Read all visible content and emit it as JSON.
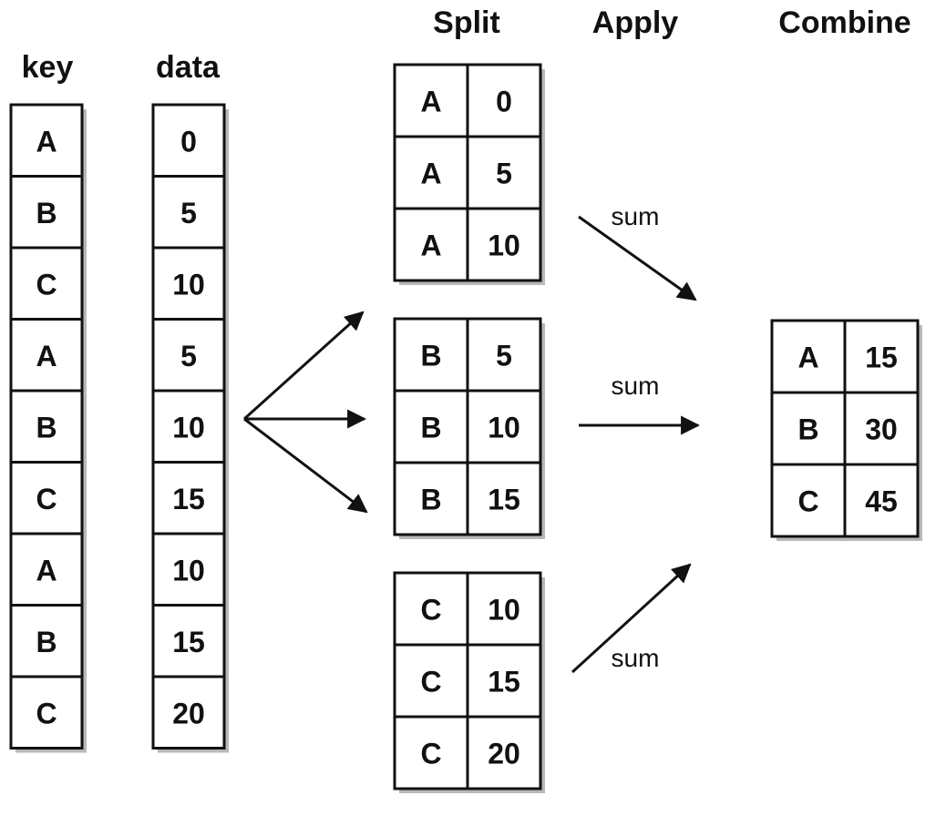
{
  "headers": {
    "key": "key",
    "data": "data",
    "split": "Split",
    "apply": "Apply",
    "combine": "Combine"
  },
  "input": {
    "keys": [
      "A",
      "B",
      "C",
      "A",
      "B",
      "C",
      "A",
      "B",
      "C"
    ],
    "values": [
      "0",
      "5",
      "10",
      "5",
      "10",
      "15",
      "10",
      "15",
      "20"
    ]
  },
  "split_groups": [
    {
      "rows": [
        {
          "key": "A",
          "value": "0"
        },
        {
          "key": "A",
          "value": "5"
        },
        {
          "key": "A",
          "value": "10"
        }
      ]
    },
    {
      "rows": [
        {
          "key": "B",
          "value": "5"
        },
        {
          "key": "B",
          "value": "10"
        },
        {
          "key": "B",
          "value": "15"
        }
      ]
    },
    {
      "rows": [
        {
          "key": "C",
          "value": "10"
        },
        {
          "key": "C",
          "value": "15"
        },
        {
          "key": "C",
          "value": "20"
        }
      ]
    }
  ],
  "apply_ops": [
    "sum",
    "sum",
    "sum"
  ],
  "combined": [
    {
      "key": "A",
      "value": "15"
    },
    {
      "key": "B",
      "value": "30"
    },
    {
      "key": "C",
      "value": "45"
    }
  ],
  "colors": {
    "ink": "#111111",
    "shadow": "#b8b8b8",
    "background": "#ffffff"
  }
}
